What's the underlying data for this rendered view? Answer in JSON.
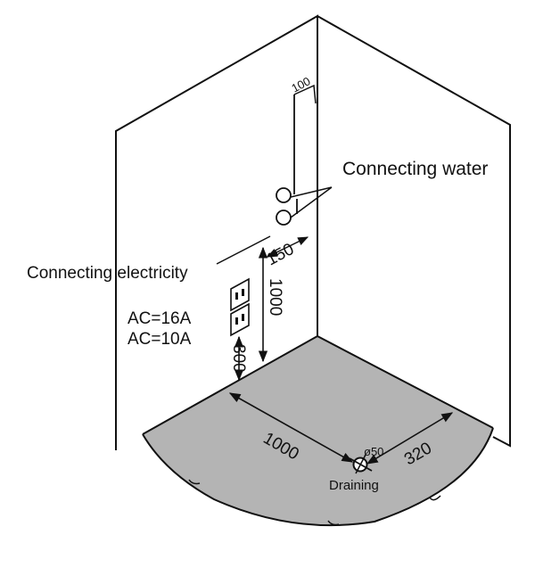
{
  "labels": {
    "connecting_water": "Connecting water",
    "connecting_electricity": "Connecting electricity",
    "ac_16a": "AC=16A",
    "ac_10a": "AC=10A",
    "draining": "Draining"
  },
  "dimensions": {
    "pipe_offset": "100",
    "pipe_spacing": "150",
    "water_height": "1000",
    "socket_height": "300",
    "drain_distance": "1000",
    "drain_offset": "320",
    "drain_diameter": "ø50"
  },
  "colors": {
    "floor": "#b4b4b4",
    "line": "#111111",
    "background": "#ffffff"
  }
}
